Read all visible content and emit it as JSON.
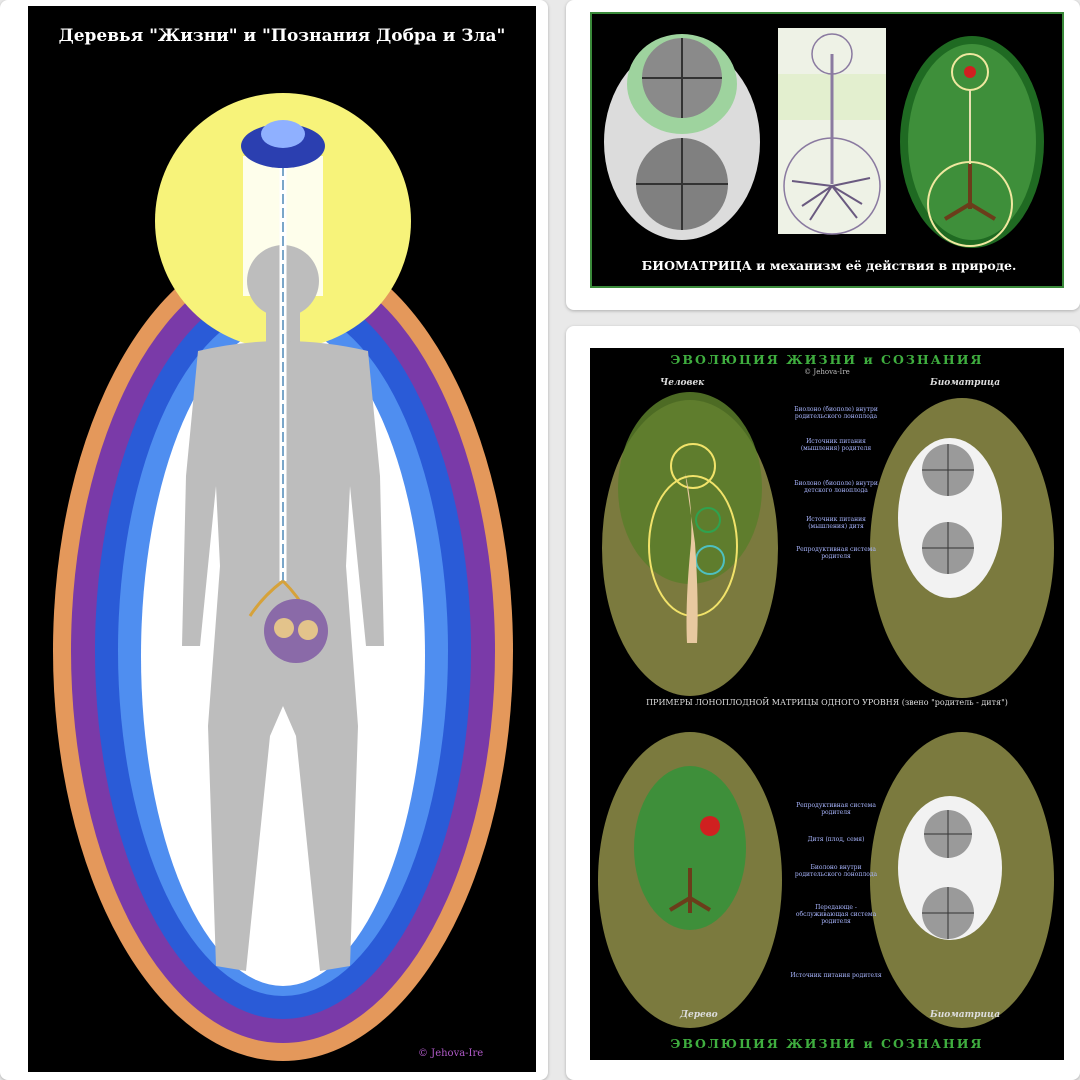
{
  "panels": {
    "left": {
      "title": "Деревья \"Жизни\" и \"Познания Добра и Зла\"",
      "copyright": "©  Jehova-Ire"
    },
    "top_right": {
      "caption": "БИОМАТРИЦА и механизм её действия в природе."
    },
    "bottom_right": {
      "title_top": "ЭВОЛЮЦИЯ ЖИЗНИ и СОЗНАНИЯ",
      "subtitle_top": "© Jehova-Ire",
      "label_human": "Человек",
      "label_biomatrix_top": "Биоматрица",
      "middle_caption": "ПРИМЕРЫ ЛОНОПЛОДНОЙ МАТРИЦЫ ОДНОГО УРОВНЯ (звено \"родитель - дитя\")",
      "label_tree": "Дерево",
      "label_biomatrix_bottom": "Биоматрица",
      "title_bottom": "ЭВОЛЮЦИЯ ЖИЗНИ и СОЗНАНИЯ",
      "annotations_top": [
        "Биолоно (биополе) внутри родительского лоноплода",
        "Источник питания (мышления) родителя",
        "Биолоно (биополе) внутри детского лоноплода",
        "Источник питания (мышления) дитя",
        "Репродуктивная система родителя"
      ],
      "annotations_bottom": [
        "Репродуктивная система родителя",
        "Дитя (плод, семя)",
        "Биолоно внутри родительского лоноплода",
        "Передающе - обслуживающая система родителя",
        "Источник питания родителя"
      ]
    }
  },
  "colors": {
    "background": "#e9e9e9",
    "panel": "#000000",
    "title_white": "#ffffff",
    "green_title": "#3fae3f",
    "olive": "#7b7a3e",
    "aura_blue": "#2a5bd7",
    "aura_violet": "#7a3aa8",
    "aura_orange": "#f0a060",
    "halo_yellow": "#f7f37a",
    "body_gray": "#b8b8b8",
    "label_blue": "#a9b6ff",
    "copyright_purple": "#b05ac8"
  }
}
